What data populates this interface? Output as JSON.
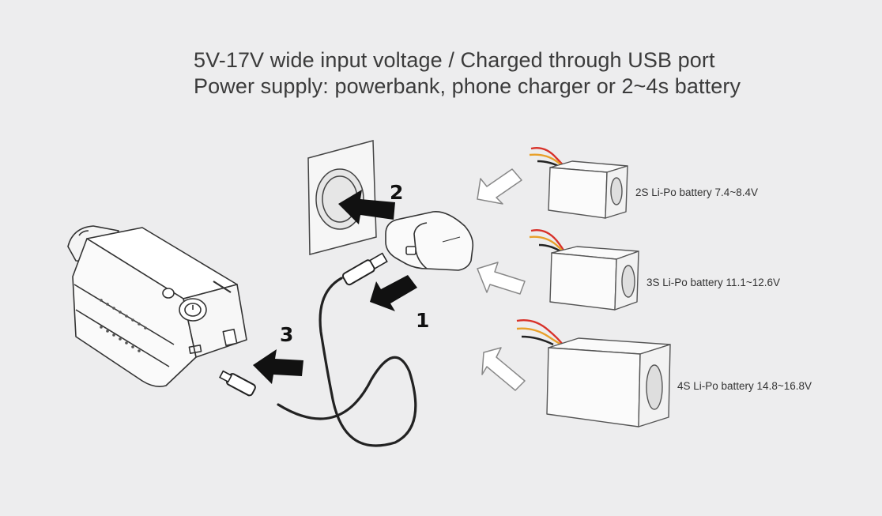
{
  "heading": {
    "line1": "5V-17V wide input voltage / Charged through USB port",
    "line2": "Power supply: powerbank, phone charger or 2~4s battery"
  },
  "steps": {
    "step1": "1",
    "step2": "2",
    "step3": "3"
  },
  "batteries": [
    {
      "label": "2S  Li-Po battery 7.4~8.4V"
    },
    {
      "label": "3S Li-Po battery 11.1~12.6V"
    },
    {
      "label": "4S Li-Po battery 14.8~16.8V"
    }
  ],
  "colors": {
    "background": "#ededee",
    "line": "#333333",
    "arrow": "#111111",
    "wire_red": "#d8322a",
    "wire_orange": "#e8a02a",
    "wire_black": "#222222"
  }
}
